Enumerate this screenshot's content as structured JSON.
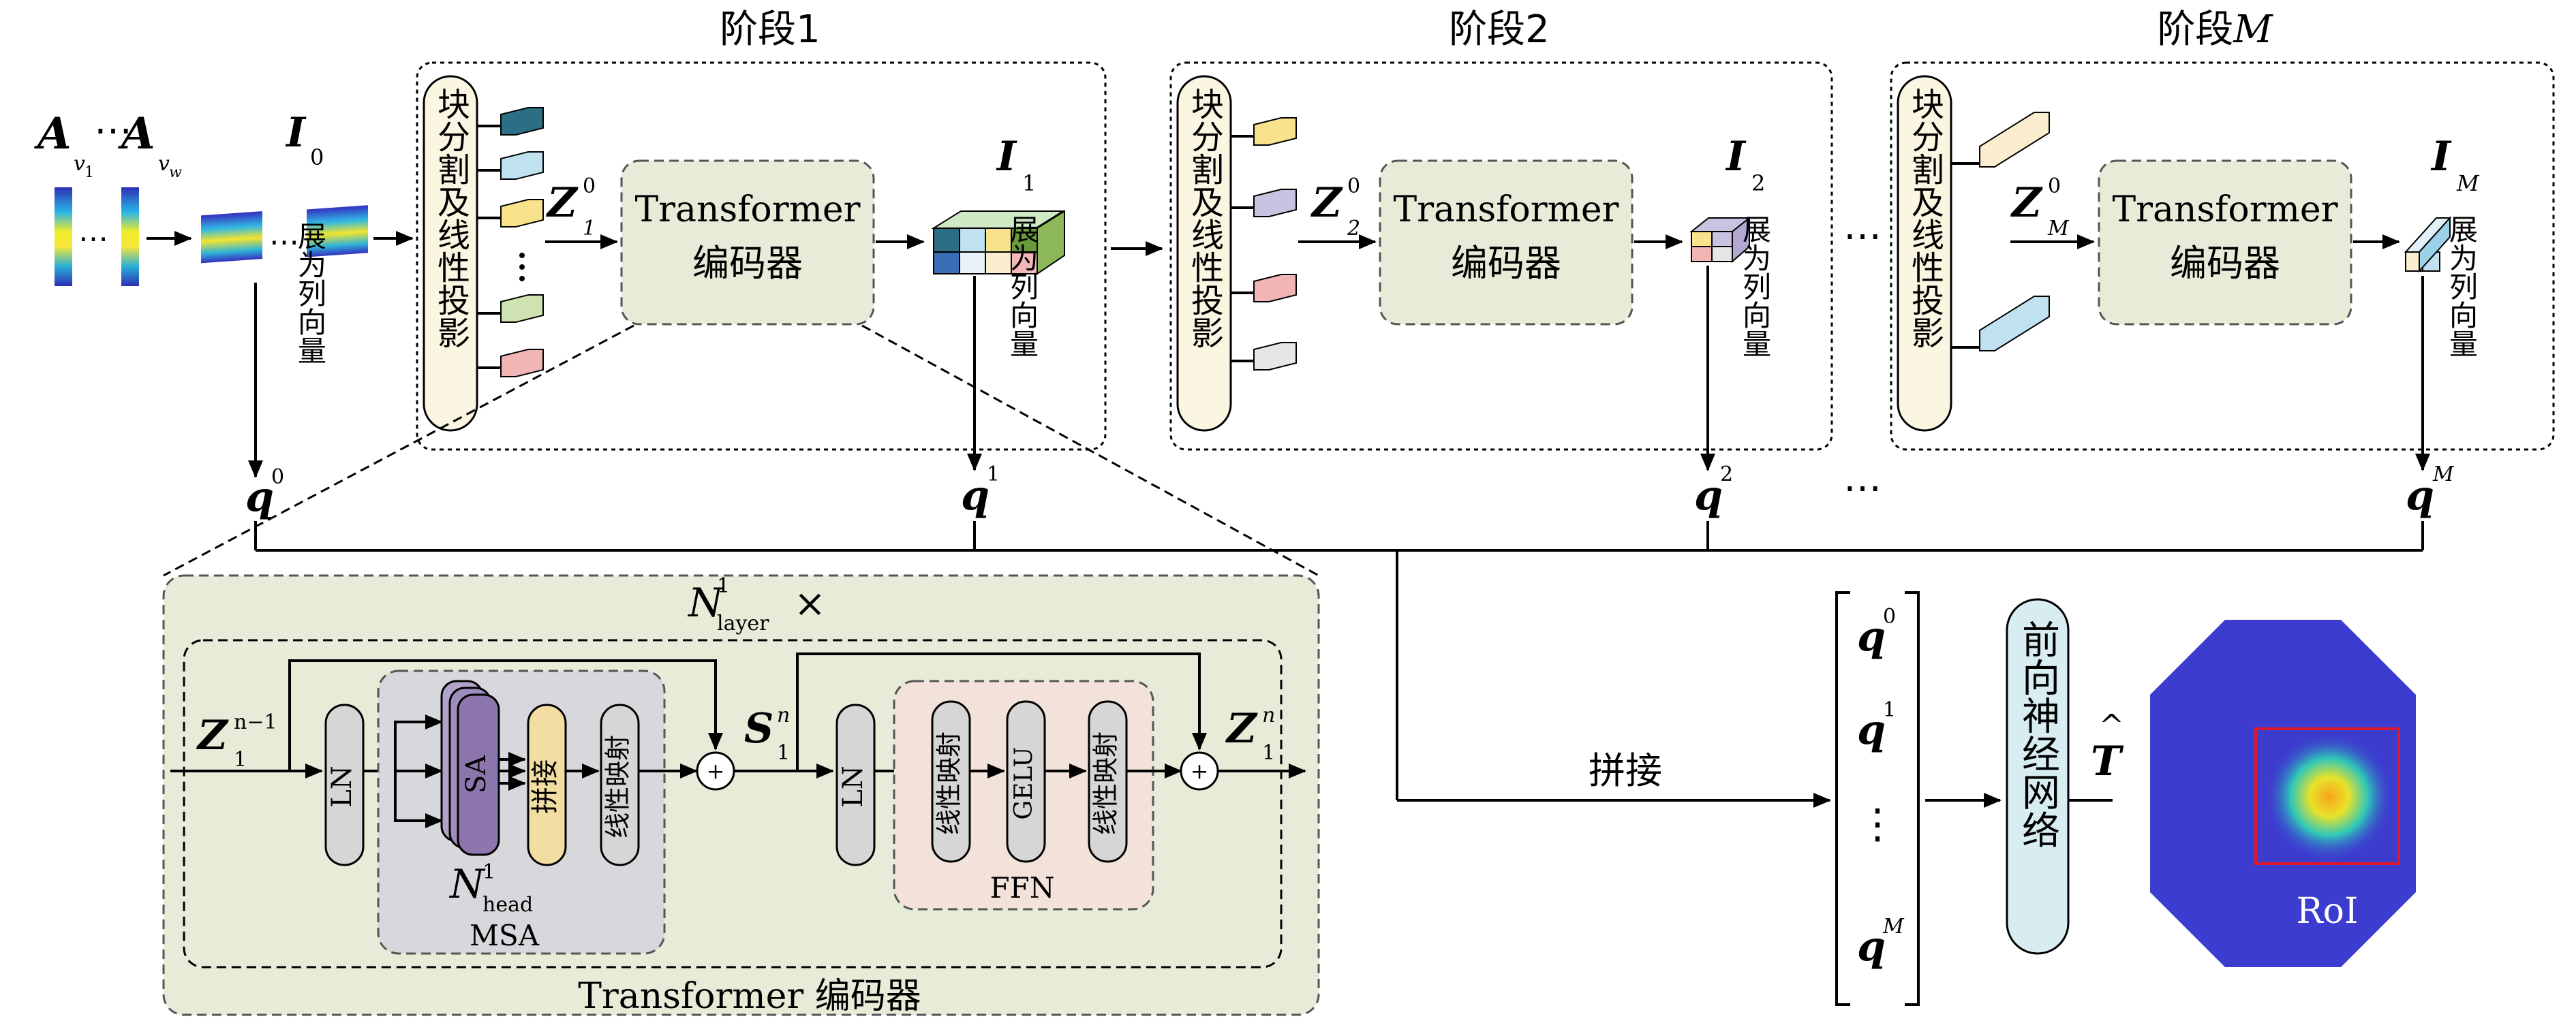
{
  "stages": [
    {
      "title": "阶段1",
      "patch_label": "块分割及线性投影",
      "z_main": "Z",
      "z_sup": "0",
      "z_sub": "1",
      "enc_line1": "Transformer",
      "enc_line2": "编码器",
      "i_main": "I",
      "i_sub": "1",
      "flatten": "展为列向量",
      "q_main": "q",
      "q_sup": "1"
    },
    {
      "title": "阶段2",
      "patch_label": "块分割及线性投影",
      "z_main": "Z",
      "z_sup": "0",
      "z_sub": "2",
      "enc_line1": "Transformer",
      "enc_line2": "编码器",
      "i_main": "I",
      "i_sub": "2",
      "flatten": "展为列向量",
      "q_main": "q",
      "q_sup": "2"
    },
    {
      "title_prefix": "阶段",
      "title_var": "M",
      "patch_label": "块分割及线性投影",
      "z_main": "Z",
      "z_sup": "0",
      "z_sub": "M",
      "enc_line1": "Transformer",
      "enc_line2": "编码器",
      "i_main": "I",
      "i_sub": "M",
      "flatten": "展为列向量",
      "q_main": "q",
      "q_sup": "M"
    }
  ],
  "input": {
    "a_main": "A",
    "a_sub1": "v",
    "a_sub1_sub": "1",
    "a_sub2": "v",
    "a_sub2_sub": "w",
    "dots": "⋯",
    "i0_main": "I",
    "i0_sub": "0",
    "flatten": "展为列向量",
    "q0_main": "q",
    "q0_sup": "0"
  },
  "between_dots": "⋯",
  "detail": {
    "nlayer_main": "N",
    "nlayer_sup": "1",
    "nlayer_sub": "layer",
    "times": "×",
    "zin_main": "Z",
    "zin_sup": "n−1",
    "zin_sub": "1",
    "ln": "LN",
    "sa": "SA",
    "concat": "拼接",
    "linear": "线性映射",
    "nhead_main": "N",
    "nhead_sup": "1",
    "nhead_sub": "head",
    "msa": "MSA",
    "s_main": "S",
    "s_sup": "n",
    "s_sub": "1",
    "gelu": "GELU",
    "ffn": "FFN",
    "zout_main": "Z",
    "zout_sup": "n",
    "zout_sub": "1",
    "plus": "+",
    "title": "Transformer 编码器"
  },
  "concat_label": "拼接",
  "vector": {
    "q": "q",
    "sups": [
      "0",
      "1",
      "M"
    ],
    "vdots": "⋮"
  },
  "ffnn_label": "前向神经网络",
  "output": {
    "t_main": "T",
    "t_hat": "^"
  },
  "roi_label": "RoI",
  "colors": {
    "stage_bg": "#ffffff",
    "encoder_fill": "#e6ecd8",
    "patch_fill": "#fbf6e1",
    "msa_fill": "#d8d8dc",
    "sa_fill": "#8c76ad",
    "concat_fill": "#f2dea3",
    "ln_fill": "#d6d6d6",
    "ffn_fill": "#f2e2d9",
    "ffnn_fill": "#d8edf1",
    "roi_bg": "#3c3ccf",
    "roi_box": "#e0192a"
  }
}
